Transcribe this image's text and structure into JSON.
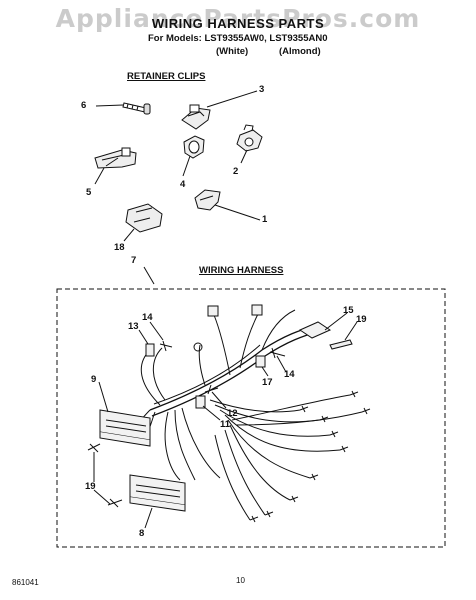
{
  "watermark": "AppliancePartsPros.com",
  "header": {
    "title": "WIRING HARNESS PARTS",
    "models_line": "For Models: LST9355AW0, LST9355AN0",
    "color_white": "(White)",
    "color_almond": "(Almond)"
  },
  "sections": {
    "retainer_clips": "RETAINER CLIPS",
    "wiring_harness": "WIRING HARNESS"
  },
  "callouts": {
    "c1": "1",
    "c2": "2",
    "c3": "3",
    "c4": "4",
    "c5": "5",
    "c6": "6",
    "c18": "18",
    "c7": "7",
    "c13": "13",
    "c14a": "14",
    "c15": "15",
    "c19a": "19",
    "c17": "17",
    "c14b": "14",
    "c9": "9",
    "c12": "12",
    "c11": "11",
    "c19b": "19",
    "c8": "8"
  },
  "footer": {
    "code": "861041",
    "page": "10"
  }
}
